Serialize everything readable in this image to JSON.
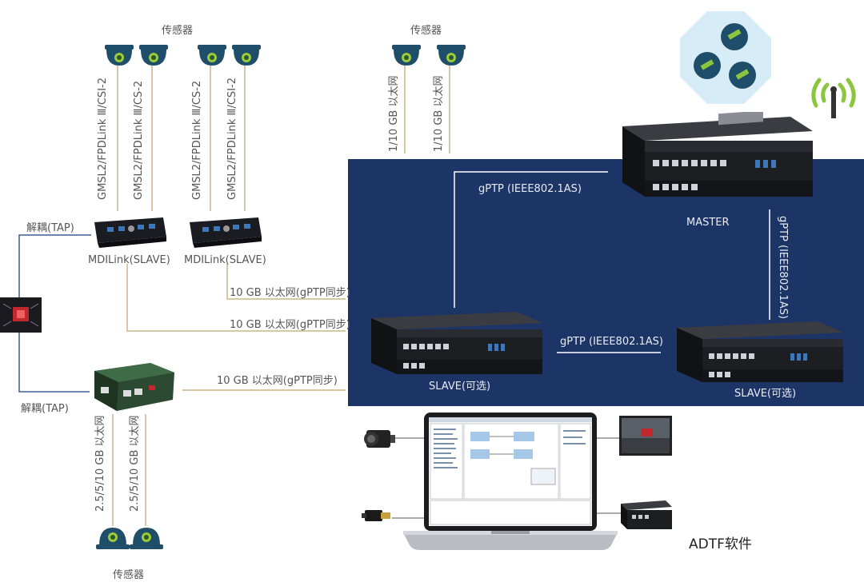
{
  "sensor_groups": {
    "top_left": "传感器",
    "top_middle": "传感器",
    "bottom": "传感器"
  },
  "cable_labels": {
    "gmsl_1": "GMSL2/FPDLink Ⅲ/CSI-2",
    "gmsl_2": "GMSL2/FPDLink Ⅲ/CS-2",
    "gmsl_3": "GMSL2/FPDLink Ⅲ/CS-2",
    "gmsl_4": "GMSL2/FPDLink Ⅲ/CSI-2",
    "eth_top_1": "1/10 GB 以太网",
    "eth_top_2": "1/10 GB 以太网",
    "eth_bottom_1": "2.5/5/10 GB 以太网",
    "eth_bottom_2": "2.5/5/10 GB 以太网"
  },
  "tap_labels": {
    "top": "解耦(TAP)",
    "bottom": "解耦(TAP)"
  },
  "mdilink": {
    "left": "MDILink(SLAVE)",
    "right": "MDILink(SLAVE)"
  },
  "links": {
    "sync_1": "10 GB 以太网(gPTP同步)",
    "sync_2": "10 GB 以太网(gPTP同步)",
    "sync_3": "10 GB 以太网(gPTP同步)",
    "gptp_master_slave": "gPTP (IEEE802.1AS)",
    "gptp_vertical": "gPTP (IEEE802.1AS)",
    "gptp_slaves": "gPTP (IEEE802.1AS)"
  },
  "units": {
    "master": "MASTER",
    "slave_left": "SLAVE(可选)",
    "slave_right": "SLAVE(可选)"
  },
  "software": "ADTF软件",
  "colors": {
    "panel": "#1d3466",
    "sensor": "#1f4e6b",
    "sensor_lens": "#9ccb3b",
    "cable": "#d8c7a4",
    "tap_line": "#3c5f93",
    "wifi": "#8cc63f"
  }
}
